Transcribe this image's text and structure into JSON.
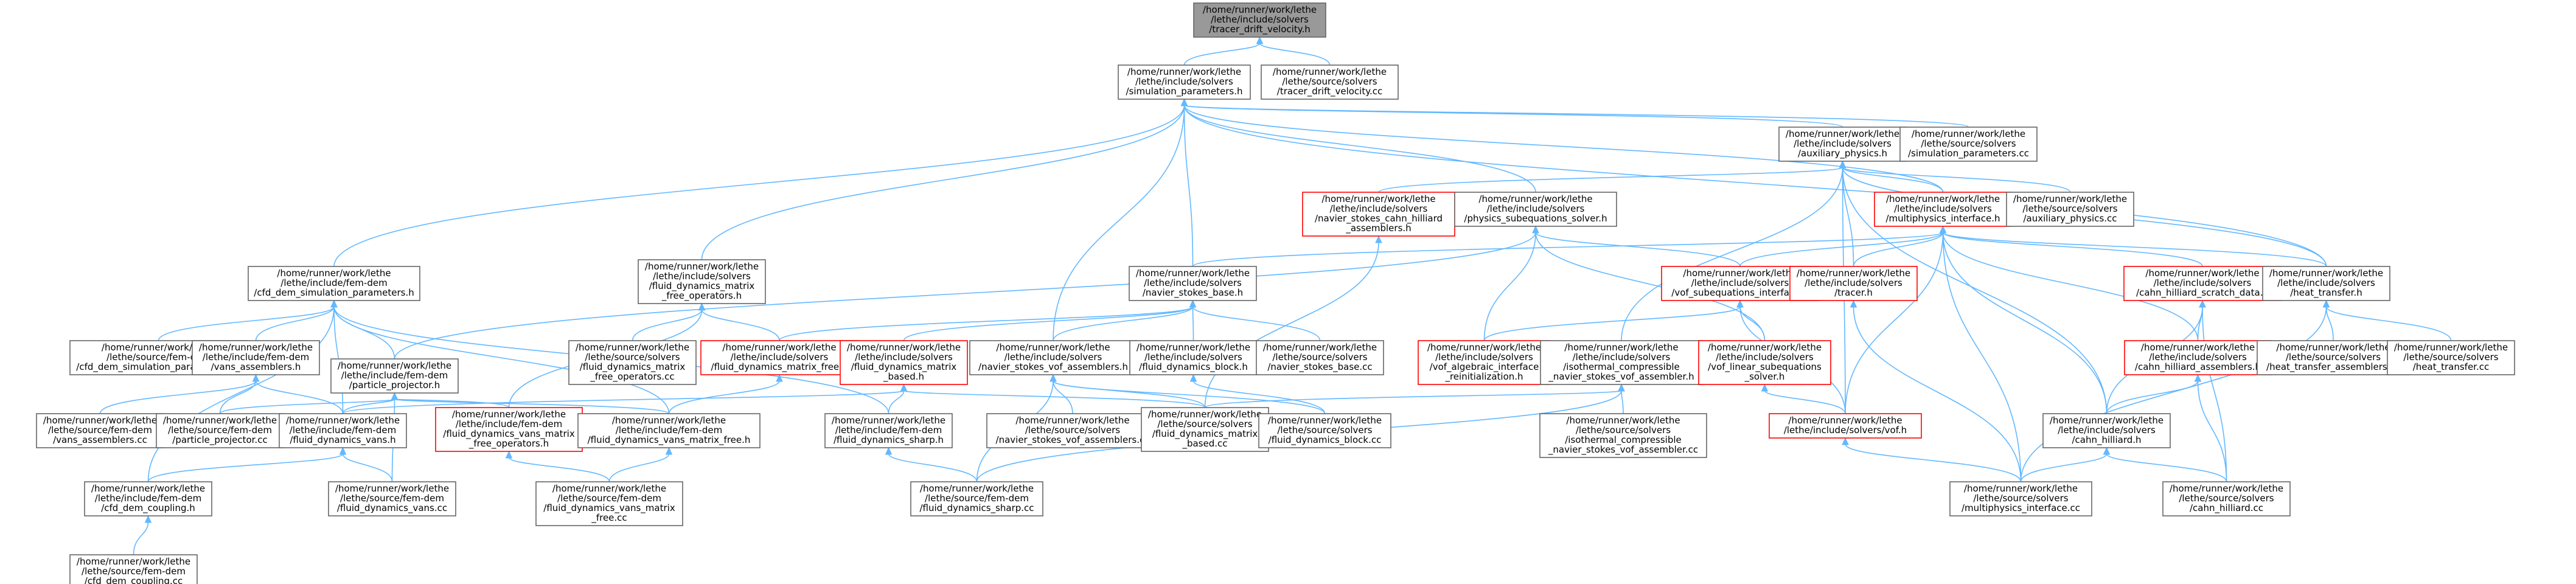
{
  "diagram": {
    "type": "include-dependency-graph",
    "colors": {
      "node_fill": "#ffffff",
      "root_fill": "#999999",
      "node_border": "#666666",
      "incomplete_border": "#ff0000",
      "edge": "#63b8ff"
    },
    "nodes": [
      {
        "id": "tracer_drift_velocity_h",
        "lines": [
          "/home/runner/work/lethe",
          "/lethe/include/solvers",
          "/tracer_drift_velocity.h"
        ],
        "root": true
      },
      {
        "id": "simulation_parameters_h",
        "lines": [
          "/home/runner/work/lethe",
          "/lethe/include/solvers",
          "/simulation_parameters.h"
        ]
      },
      {
        "id": "tracer_drift_velocity_cc",
        "lines": [
          "/home/runner/work/lethe",
          "/lethe/source/solvers",
          "/tracer_drift_velocity.cc"
        ]
      },
      {
        "id": "auxiliary_physics_h",
        "lines": [
          "/home/runner/work/lethe",
          "/lethe/include/solvers",
          "/auxiliary_physics.h"
        ]
      },
      {
        "id": "simulation_parameters_cc",
        "lines": [
          "/home/runner/work/lethe",
          "/lethe/source/solvers",
          "/simulation_parameters.cc"
        ]
      },
      {
        "id": "ns_cahn_hilliard_assemblers_h",
        "lines": [
          "/home/runner/work/lethe",
          "/lethe/include/solvers",
          "/navier_stokes_cahn_hilliard",
          "_assemblers.h"
        ],
        "red": true
      },
      {
        "id": "physics_subequations_solver_h",
        "lines": [
          "/home/runner/work/lethe",
          "/lethe/include/solvers",
          "/physics_subequations_solver.h"
        ]
      },
      {
        "id": "multiphysics_interface_h",
        "lines": [
          "/home/runner/work/lethe",
          "/lethe/include/solvers",
          "/multiphysics_interface.h"
        ],
        "red": true
      },
      {
        "id": "auxiliary_physics_cc",
        "lines": [
          "/home/runner/work/lethe",
          "/lethe/source/solvers",
          "/auxiliary_physics.cc"
        ]
      },
      {
        "id": "cfd_dem_simulation_parameters_h",
        "lines": [
          "/home/runner/work/lethe",
          "/lethe/include/fem-dem",
          "/cfd_dem_simulation_parameters.h"
        ]
      },
      {
        "id": "fluid_dynamics_matrix_free_operators_h",
        "lines": [
          "/home/runner/work/lethe",
          "/lethe/include/solvers",
          "/fluid_dynamics_matrix",
          "_free_operators.h"
        ]
      },
      {
        "id": "navier_stokes_base_h",
        "lines": [
          "/home/runner/work/lethe",
          "/lethe/include/solvers",
          "/navier_stokes_base.h"
        ]
      },
      {
        "id": "vof_subequations_interface_h",
        "lines": [
          "/home/runner/work/lethe",
          "/lethe/include/solvers",
          "/vof_subequations_interface.h"
        ],
        "red": true
      },
      {
        "id": "tracer_h",
        "lines": [
          "/home/runner/work/lethe",
          "/lethe/include/solvers",
          "/tracer.h"
        ],
        "red": true
      },
      {
        "id": "cahn_hilliard_scratch_data_h",
        "lines": [
          "/home/runner/work/lethe",
          "/lethe/include/solvers",
          "/cahn_hilliard_scratch_data.h"
        ],
        "red": true
      },
      {
        "id": "heat_transfer_h",
        "lines": [
          "/home/runner/work/lethe",
          "/lethe/include/solvers",
          "/heat_transfer.h"
        ]
      },
      {
        "id": "cfd_dem_simulation_parameters_cc",
        "lines": [
          "/home/runner/work/lethe",
          "/lethe/source/fem-dem",
          "/cfd_dem_simulation_parameters.cc"
        ]
      },
      {
        "id": "vans_assemblers_h",
        "lines": [
          "/home/runner/work/lethe",
          "/lethe/include/fem-dem",
          "/vans_assemblers.h"
        ]
      },
      {
        "id": "particle_projector_h",
        "lines": [
          "/home/runner/work/lethe",
          "/lethe/include/fem-dem",
          "/particle_projector.h"
        ]
      },
      {
        "id": "fluid_dynamics_matrix_free_operators_cc",
        "lines": [
          "/home/runner/work/lethe",
          "/lethe/source/solvers",
          "/fluid_dynamics_matrix",
          "_free_operators.cc"
        ]
      },
      {
        "id": "fluid_dynamics_matrix_free_h",
        "lines": [
          "/home/runner/work/lethe",
          "/lethe/include/solvers",
          "/fluid_dynamics_matrix_free.h"
        ],
        "red": true
      },
      {
        "id": "fluid_dynamics_matrix_based_h",
        "lines": [
          "/home/runner/work/lethe",
          "/lethe/include/solvers",
          "/fluid_dynamics_matrix",
          "_based.h"
        ],
        "red": true
      },
      {
        "id": "navier_stokes_vof_assemblers_h",
        "lines": [
          "/home/runner/work/lethe",
          "/lethe/include/solvers",
          "/navier_stokes_vof_assemblers.h"
        ]
      },
      {
        "id": "fluid_dynamics_block_h",
        "lines": [
          "/home/runner/work/lethe",
          "/lethe/include/solvers",
          "/fluid_dynamics_block.h"
        ]
      },
      {
        "id": "navier_stokes_base_cc",
        "lines": [
          "/home/runner/work/lethe",
          "/lethe/source/solvers",
          "/navier_stokes_base.cc"
        ]
      },
      {
        "id": "vof_algebraic_interface_reinitialization_h",
        "lines": [
          "/home/runner/work/lethe",
          "/lethe/include/solvers",
          "/vof_algebraic_interface",
          "_reinitialization.h"
        ],
        "red": true
      },
      {
        "id": "isothermal_compressible_ns_vof_assembler_h",
        "lines": [
          "/home/runner/work/lethe",
          "/lethe/include/solvers",
          "/isothermal_compressible",
          "_navier_stokes_vof_assembler.h"
        ]
      },
      {
        "id": "vof_linear_subequations_solver_h",
        "lines": [
          "/home/runner/work/lethe",
          "/lethe/include/solvers",
          "/vof_linear_subequations",
          "_solver.h"
        ],
        "red": true
      },
      {
        "id": "cahn_hilliard_assemblers_h",
        "lines": [
          "/home/runner/work/lethe",
          "/lethe/include/solvers",
          "/cahn_hilliard_assemblers.h"
        ],
        "red": true
      },
      {
        "id": "heat_transfer_assemblers_cc",
        "lines": [
          "/home/runner/work/lethe",
          "/lethe/source/solvers",
          "/heat_transfer_assemblers.cc"
        ]
      },
      {
        "id": "heat_transfer_cc",
        "lines": [
          "/home/runner/work/lethe",
          "/lethe/source/solvers",
          "/heat_transfer.cc"
        ]
      },
      {
        "id": "vans_assemblers_cc",
        "lines": [
          "/home/runner/work/lethe",
          "/lethe/source/fem-dem",
          "/vans_assemblers.cc"
        ]
      },
      {
        "id": "particle_projector_cc",
        "lines": [
          "/home/runner/work/lethe",
          "/lethe/source/fem-dem",
          "/particle_projector.cc"
        ]
      },
      {
        "id": "fluid_dynamics_vans_h",
        "lines": [
          "/home/runner/work/lethe",
          "/lethe/include/fem-dem",
          "/fluid_dynamics_vans.h"
        ]
      },
      {
        "id": "fluid_dynamics_vans_matrix_free_operators_h",
        "lines": [
          "/home/runner/work/lethe",
          "/lethe/include/fem-dem",
          "/fluid_dynamics_vans_matrix",
          "_free_operators.h"
        ],
        "red": true
      },
      {
        "id": "fluid_dynamics_vans_matrix_free_h",
        "lines": [
          "/home/runner/work/lethe",
          "/lethe/include/fem-dem",
          "/fluid_dynamics_vans_matrix_free.h"
        ]
      },
      {
        "id": "fluid_dynamics_sharp_h",
        "lines": [
          "/home/runner/work/lethe",
          "/lethe/include/fem-dem",
          "/fluid_dynamics_sharp.h"
        ]
      },
      {
        "id": "navier_stokes_vof_assemblers_cc",
        "lines": [
          "/home/runner/work/lethe",
          "/lethe/source/solvers",
          "/navier_stokes_vof_assemblers.cc"
        ]
      },
      {
        "id": "fluid_dynamics_matrix_based_cc",
        "lines": [
          "/home/runner/work/lethe",
          "/lethe/source/solvers",
          "/fluid_dynamics_matrix",
          "_based.cc"
        ]
      },
      {
        "id": "fluid_dynamics_block_cc",
        "lines": [
          "/home/runner/work/lethe",
          "/lethe/source/solvers",
          "/fluid_dynamics_block.cc"
        ]
      },
      {
        "id": "isothermal_compressible_ns_vof_assembler_cc",
        "lines": [
          "/home/runner/work/lethe",
          "/lethe/source/solvers",
          "/isothermal_compressible",
          "_navier_stokes_vof_assembler.cc"
        ]
      },
      {
        "id": "vof_h",
        "lines": [
          "/home/runner/work/lethe",
          "/lethe/include/solvers/vof.h"
        ],
        "red": true
      },
      {
        "id": "cahn_hilliard_h",
        "lines": [
          "/home/runner/work/lethe",
          "/lethe/include/solvers",
          "/cahn_hilliard.h"
        ]
      },
      {
        "id": "cfd_dem_coupling_h",
        "lines": [
          "/home/runner/work/lethe",
          "/lethe/include/fem-dem",
          "/cfd_dem_coupling.h"
        ]
      },
      {
        "id": "fluid_dynamics_vans_cc",
        "lines": [
          "/home/runner/work/lethe",
          "/lethe/source/fem-dem",
          "/fluid_dynamics_vans.cc"
        ]
      },
      {
        "id": "fluid_dynamics_vans_matrix_free_cc",
        "lines": [
          "/home/runner/work/lethe",
          "/lethe/source/fem-dem",
          "/fluid_dynamics_vans_matrix",
          "_free.cc"
        ]
      },
      {
        "id": "fluid_dynamics_sharp_cc",
        "lines": [
          "/home/runner/work/lethe",
          "/lethe/source/fem-dem",
          "/fluid_dynamics_sharp.cc"
        ]
      },
      {
        "id": "multiphysics_interface_cc",
        "lines": [
          "/home/runner/work/lethe",
          "/lethe/source/solvers",
          "/multiphysics_interface.cc"
        ]
      },
      {
        "id": "cahn_hilliard_cc",
        "lines": [
          "/home/runner/work/lethe",
          "/lethe/source/solvers",
          "/cahn_hilliard.cc"
        ]
      },
      {
        "id": "cfd_dem_coupling_cc",
        "lines": [
          "/home/runner/work/lethe",
          "/lethe/source/fem-dem",
          "/cfd_dem_coupling.cc"
        ]
      }
    ],
    "edges": [
      [
        "tracer_drift_velocity_h",
        "simulation_parameters_h"
      ],
      [
        "tracer_drift_velocity_h",
        "tracer_drift_velocity_cc"
      ],
      [
        "simulation_parameters_h",
        "auxiliary_physics_h"
      ],
      [
        "simulation_parameters_h",
        "simulation_parameters_cc"
      ],
      [
        "simulation_parameters_h",
        "physics_subequations_solver_h"
      ],
      [
        "simulation_parameters_h",
        "cfd_dem_simulation_parameters_h"
      ],
      [
        "simulation_parameters_h",
        "fluid_dynamics_matrix_free_operators_h"
      ],
      [
        "simulation_parameters_h",
        "navier_stokes_base_h"
      ],
      [
        "simulation_parameters_h",
        "navier_stokes_vof_assemblers_h"
      ],
      [
        "simulation_parameters_h",
        "heat_transfer_h"
      ],
      [
        "simulation_parameters_h",
        "multiphysics_interface_h"
      ],
      [
        "auxiliary_physics_h",
        "ns_cahn_hilliard_assemblers_h"
      ],
      [
        "auxiliary_physics_h",
        "multiphysics_interface_h"
      ],
      [
        "auxiliary_physics_h",
        "auxiliary_physics_cc"
      ],
      [
        "auxiliary_physics_h",
        "heat_transfer_h"
      ],
      [
        "auxiliary_physics_h",
        "tracer_h"
      ],
      [
        "auxiliary_physics_h",
        "vof_h"
      ],
      [
        "auxiliary_physics_h",
        "cahn_hilliard_h"
      ],
      [
        "auxiliary_physics_h",
        "isothermal_compressible_ns_vof_assembler_h"
      ],
      [
        "ns_cahn_hilliard_assemblers_h",
        "fluid_dynamics_matrix_based_cc"
      ],
      [
        "physics_subequations_solver_h",
        "vof_subequations_interface_h"
      ],
      [
        "physics_subequations_solver_h",
        "vof_algebraic_interface_reinitialization_h"
      ],
      [
        "physics_subequations_solver_h",
        "vof_linear_subequations_solver_h"
      ],
      [
        "physics_subequations_solver_h",
        "particle_projector_h"
      ],
      [
        "multiphysics_interface_h",
        "navier_stokes_base_h"
      ],
      [
        "multiphysics_interface_h",
        "vof_subequations_interface_h"
      ],
      [
        "multiphysics_interface_h",
        "tracer_h"
      ],
      [
        "multiphysics_interface_h",
        "cahn_hilliard_scratch_data_h"
      ],
      [
        "multiphysics_interface_h",
        "heat_transfer_h"
      ],
      [
        "multiphysics_interface_h",
        "cahn_hilliard_assemblers_h"
      ],
      [
        "multiphysics_interface_h",
        "cahn_hilliard_h"
      ],
      [
        "multiphysics_interface_h",
        "vof_h"
      ],
      [
        "multiphysics_interface_h",
        "multiphysics_interface_cc"
      ],
      [
        "cfd_dem_simulation_parameters_h",
        "cfd_dem_simulation_parameters_cc"
      ],
      [
        "cfd_dem_simulation_parameters_h",
        "vans_assemblers_h"
      ],
      [
        "cfd_dem_simulation_parameters_h",
        "particle_projector_h"
      ],
      [
        "cfd_dem_simulation_parameters_h",
        "fluid_dynamics_vans_h"
      ],
      [
        "cfd_dem_simulation_parameters_h",
        "fluid_dynamics_sharp_h"
      ],
      [
        "cfd_dem_simulation_parameters_h",
        "cfd_dem_coupling_h"
      ],
      [
        "cfd_dem_simulation_parameters_h",
        "fluid_dynamics_vans_matrix_free_h"
      ],
      [
        "fluid_dynamics_matrix_free_operators_h",
        "fluid_dynamics_matrix_free_operators_cc"
      ],
      [
        "fluid_dynamics_matrix_free_operators_h",
        "fluid_dynamics_matrix_free_h"
      ],
      [
        "fluid_dynamics_matrix_free_operators_h",
        "fluid_dynamics_vans_matrix_free_operators_h"
      ],
      [
        "navier_stokes_base_h",
        "fluid_dynamics_matrix_free_h"
      ],
      [
        "navier_stokes_base_h",
        "fluid_dynamics_matrix_based_h"
      ],
      [
        "navier_stokes_base_h",
        "fluid_dynamics_block_h"
      ],
      [
        "navier_stokes_base_h",
        "navier_stokes_base_cc"
      ],
      [
        "navier_stokes_base_h",
        "navier_stokes_vof_assemblers_h"
      ],
      [
        "vof_subequations_interface_h",
        "vof_algebraic_interface_reinitialization_h"
      ],
      [
        "vof_subequations_interface_h",
        "vof_linear_subequations_solver_h"
      ],
      [
        "vof_subequations_interface_h",
        "vof_h"
      ],
      [
        "tracer_h",
        "multiphysics_interface_cc"
      ],
      [
        "cahn_hilliard_scratch_data_h",
        "cahn_hilliard_assemblers_h"
      ],
      [
        "cahn_hilliard_scratch_data_h",
        "cahn_hilliard_h"
      ],
      [
        "cahn_hilliard_scratch_data_h",
        "cahn_hilliard_cc"
      ],
      [
        "heat_transfer_h",
        "heat_transfer_assemblers_cc"
      ],
      [
        "heat_transfer_h",
        "heat_transfer_cc"
      ],
      [
        "heat_transfer_h",
        "multiphysics_interface_cc"
      ],
      [
        "vans_assemblers_h",
        "vans_assemblers_cc"
      ],
      [
        "vans_assemblers_h",
        "particle_projector_cc"
      ],
      [
        "vans_assemblers_h",
        "fluid_dynamics_vans_h"
      ],
      [
        "particle_projector_h",
        "particle_projector_cc"
      ],
      [
        "particle_projector_h",
        "fluid_dynamics_vans_h"
      ],
      [
        "particle_projector_h",
        "fluid_dynamics_vans_matrix_free_operators_h"
      ],
      [
        "particle_projector_h",
        "fluid_dynamics_vans_matrix_free_h"
      ],
      [
        "particle_projector_h",
        "fluid_dynamics_vans_cc"
      ],
      [
        "fluid_dynamics_matrix_free_h",
        "fluid_dynamics_vans_matrix_free_h"
      ],
      [
        "fluid_dynamics_matrix_based_h",
        "fluid_dynamics_sharp_h"
      ],
      [
        "fluid_dynamics_matrix_based_h",
        "fluid_dynamics_vans_h"
      ],
      [
        "fluid_dynamics_matrix_based_h",
        "fluid_dynamics_matrix_based_cc"
      ],
      [
        "navier_stokes_vof_assemblers_h",
        "navier_stokes_vof_assemblers_cc"
      ],
      [
        "navier_stokes_vof_assemblers_h",
        "fluid_dynamics_matrix_based_cc"
      ],
      [
        "navier_stokes_vof_assemblers_h",
        "fluid_dynamics_block_cc"
      ],
      [
        "navier_stokes_vof_assemblers_h",
        "fluid_dynamics_sharp_cc"
      ],
      [
        "fluid_dynamics_block_h",
        "fluid_dynamics_block_cc"
      ],
      [
        "isothermal_compressible_ns_vof_assembler_h",
        "isothermal_compressible_ns_vof_assembler_cc"
      ],
      [
        "isothermal_compressible_ns_vof_assembler_h",
        "fluid_dynamics_matrix_based_cc"
      ],
      [
        "isothermal_compressible_ns_vof_assembler_h",
        "fluid_dynamics_sharp_cc"
      ],
      [
        "vof_linear_subequations_solver_h",
        "vof_h"
      ],
      [
        "cahn_hilliard_assemblers_h",
        "cahn_hilliard_h"
      ],
      [
        "cahn_hilliard_assemblers_h",
        "cahn_hilliard_cc"
      ],
      [
        "fluid_dynamics_vans_h",
        "cfd_dem_coupling_h"
      ],
      [
        "fluid_dynamics_vans_h",
        "fluid_dynamics_vans_cc"
      ],
      [
        "fluid_dynamics_vans_matrix_free_operators_h",
        "fluid_dynamics_vans_matrix_free_cc"
      ],
      [
        "fluid_dynamics_vans_matrix_free_h",
        "fluid_dynamics_vans_matrix_free_cc"
      ],
      [
        "fluid_dynamics_sharp_h",
        "fluid_dynamics_sharp_cc"
      ],
      [
        "vof_h",
        "multiphysics_interface_cc"
      ],
      [
        "cahn_hilliard_h",
        "multiphysics_interface_cc"
      ],
      [
        "cahn_hilliard_h",
        "cahn_hilliard_cc"
      ],
      [
        "cfd_dem_coupling_h",
        "cfd_dem_coupling_cc"
      ]
    ]
  }
}
